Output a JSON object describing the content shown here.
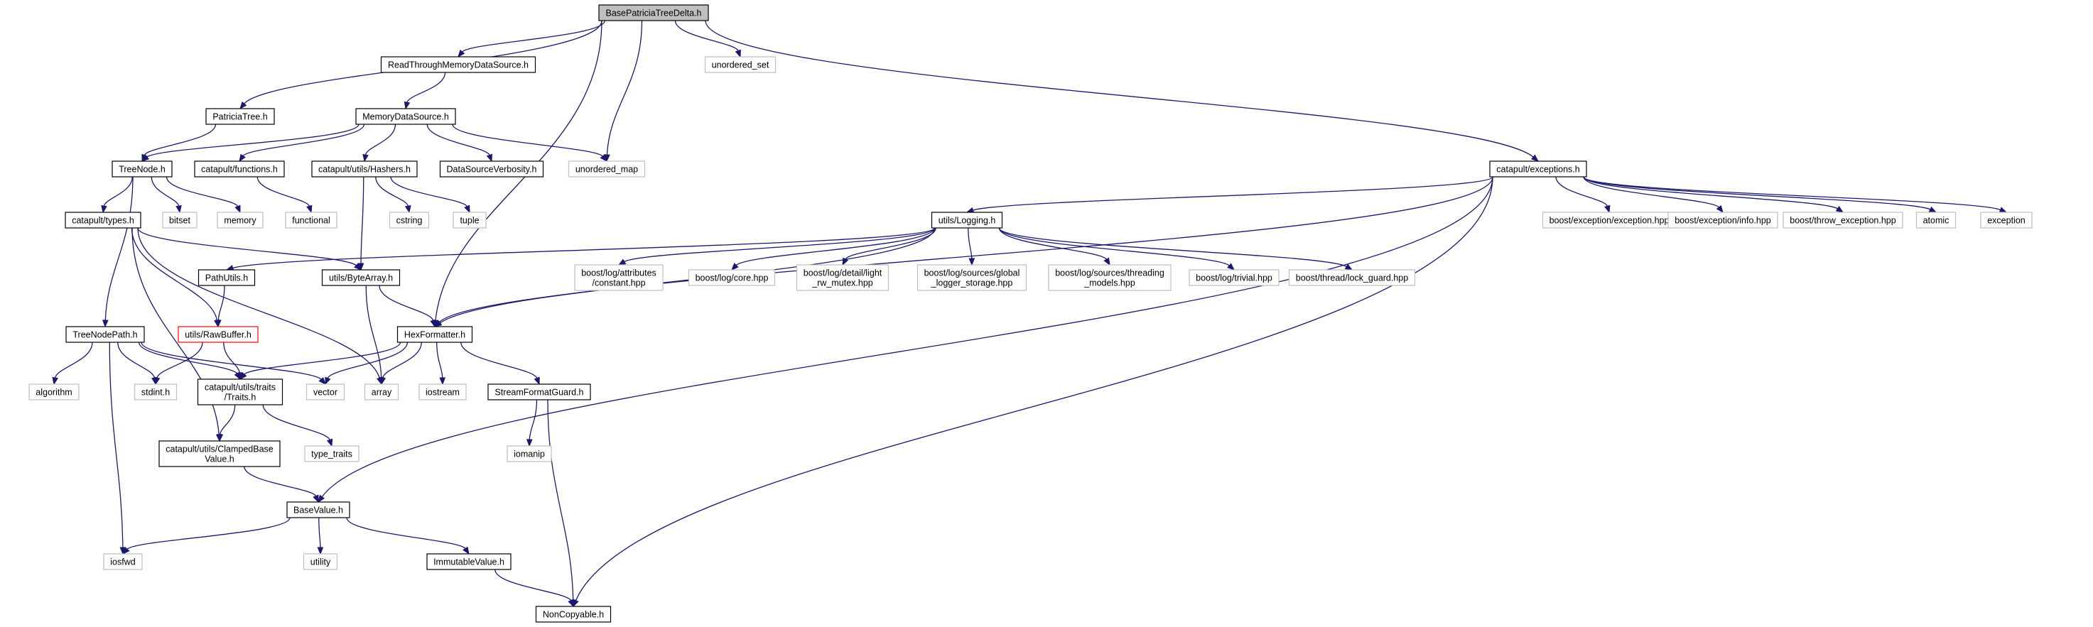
{
  "diagram": {
    "colors": {
      "edge": "#191970",
      "border_internal": "#000000",
      "border_external": "#bfbfbf",
      "border_missing": "#ff0000",
      "fill_root": "#bfbfbf",
      "fill_default": "#ffffff"
    },
    "nodes": [
      {
        "id": "root",
        "lines": [
          "BasePatriciaTreeDelta.h"
        ],
        "kind": "root"
      },
      {
        "id": "rtmds",
        "lines": [
          "ReadThroughMemoryDataSource.h"
        ],
        "kind": "internal"
      },
      {
        "id": "unordered_set",
        "lines": [
          "unordered_set"
        ],
        "kind": "external"
      },
      {
        "id": "patricia",
        "lines": [
          "PatriciaTree.h"
        ],
        "kind": "internal"
      },
      {
        "id": "mds",
        "lines": [
          "MemoryDataSource.h"
        ],
        "kind": "internal"
      },
      {
        "id": "treenode",
        "lines": [
          "TreeNode.h"
        ],
        "kind": "internal"
      },
      {
        "id": "functions",
        "lines": [
          "catapult/functions.h"
        ],
        "kind": "internal"
      },
      {
        "id": "hashers",
        "lines": [
          "catapult/utils/Hashers.h"
        ],
        "kind": "internal"
      },
      {
        "id": "dsverb",
        "lines": [
          "DataSourceVerbosity.h"
        ],
        "kind": "internal"
      },
      {
        "id": "unordered_map",
        "lines": [
          "unordered_map"
        ],
        "kind": "external"
      },
      {
        "id": "exceptions",
        "lines": [
          "catapult/exceptions.h"
        ],
        "kind": "internal"
      },
      {
        "id": "types",
        "lines": [
          "catapult/types.h"
        ],
        "kind": "internal"
      },
      {
        "id": "bitset",
        "lines": [
          "bitset"
        ],
        "kind": "external"
      },
      {
        "id": "memory",
        "lines": [
          "memory"
        ],
        "kind": "external"
      },
      {
        "id": "functional",
        "lines": [
          "functional"
        ],
        "kind": "external"
      },
      {
        "id": "cstring",
        "lines": [
          "cstring"
        ],
        "kind": "external"
      },
      {
        "id": "tuple",
        "lines": [
          "tuple"
        ],
        "kind": "external"
      },
      {
        "id": "logging",
        "lines": [
          "utils/Logging.h"
        ],
        "kind": "internal"
      },
      {
        "id": "b_exc",
        "lines": [
          "boost/exception/exception.hpp"
        ],
        "kind": "external"
      },
      {
        "id": "b_info",
        "lines": [
          "boost/exception/info.hpp"
        ],
        "kind": "external"
      },
      {
        "id": "b_throw",
        "lines": [
          "boost/throw_exception.hpp"
        ],
        "kind": "external"
      },
      {
        "id": "atomic",
        "lines": [
          "atomic"
        ],
        "kind": "external"
      },
      {
        "id": "exception",
        "lines": [
          "exception"
        ],
        "kind": "external"
      },
      {
        "id": "pathutils",
        "lines": [
          "PathUtils.h"
        ],
        "kind": "internal"
      },
      {
        "id": "bytearray",
        "lines": [
          "utils/ByteArray.h"
        ],
        "kind": "internal"
      },
      {
        "id": "bl_attr",
        "lines": [
          "boost/log/attributes",
          "/constant.hpp"
        ],
        "kind": "external"
      },
      {
        "id": "bl_core",
        "lines": [
          "boost/log/core.hpp"
        ],
        "kind": "external"
      },
      {
        "id": "bl_light",
        "lines": [
          "boost/log/detail/light",
          "_rw_mutex.hpp"
        ],
        "kind": "external"
      },
      {
        "id": "bl_glob",
        "lines": [
          "boost/log/sources/global",
          "_logger_storage.hpp"
        ],
        "kind": "external"
      },
      {
        "id": "bl_thr",
        "lines": [
          "boost/log/sources/threading",
          "_models.hpp"
        ],
        "kind": "external"
      },
      {
        "id": "bl_triv",
        "lines": [
          "boost/log/trivial.hpp"
        ],
        "kind": "external"
      },
      {
        "id": "bt_lock",
        "lines": [
          "boost/thread/lock_guard.hpp"
        ],
        "kind": "external"
      },
      {
        "id": "tnpath",
        "lines": [
          "TreeNodePath.h"
        ],
        "kind": "internal"
      },
      {
        "id": "rawbuf",
        "lines": [
          "utils/RawBuffer.h"
        ],
        "kind": "missing"
      },
      {
        "id": "hexfmt",
        "lines": [
          "HexFormatter.h"
        ],
        "kind": "internal"
      },
      {
        "id": "algorithm",
        "lines": [
          "algorithm"
        ],
        "kind": "external"
      },
      {
        "id": "stdint",
        "lines": [
          "stdint.h"
        ],
        "kind": "external"
      },
      {
        "id": "traits",
        "lines": [
          "catapult/utils/traits",
          "/Traits.h"
        ],
        "kind": "internal"
      },
      {
        "id": "vector",
        "lines": [
          "vector"
        ],
        "kind": "external"
      },
      {
        "id": "array",
        "lines": [
          "array"
        ],
        "kind": "external"
      },
      {
        "id": "iostream",
        "lines": [
          "iostream"
        ],
        "kind": "external"
      },
      {
        "id": "sfguard",
        "lines": [
          "StreamFormatGuard.h"
        ],
        "kind": "internal"
      },
      {
        "id": "iomanip",
        "lines": [
          "iomanip"
        ],
        "kind": "external"
      },
      {
        "id": "type_traits",
        "lines": [
          "type_traits"
        ],
        "kind": "external"
      },
      {
        "id": "clamped",
        "lines": [
          "catapult/utils/ClampedBase",
          "Value.h"
        ],
        "kind": "internal"
      },
      {
        "id": "basevalue",
        "lines": [
          "BaseValue.h"
        ],
        "kind": "internal"
      },
      {
        "id": "iosfwd",
        "lines": [
          "iosfwd"
        ],
        "kind": "external"
      },
      {
        "id": "utility",
        "lines": [
          "utility"
        ],
        "kind": "external"
      },
      {
        "id": "immutable",
        "lines": [
          "ImmutableValue.h"
        ],
        "kind": "internal"
      },
      {
        "id": "noncopy",
        "lines": [
          "NonCopyable.h"
        ],
        "kind": "internal"
      }
    ],
    "edges": [
      [
        "root",
        "patricia"
      ],
      [
        "root",
        "rtmds"
      ],
      [
        "root",
        "unordered_set"
      ],
      [
        "root",
        "unordered_map"
      ],
      [
        "root",
        "hexfmt"
      ],
      [
        "root",
        "exceptions"
      ],
      [
        "rtmds",
        "mds"
      ],
      [
        "patricia",
        "treenode"
      ],
      [
        "mds",
        "treenode"
      ],
      [
        "mds",
        "functions"
      ],
      [
        "mds",
        "hashers"
      ],
      [
        "mds",
        "dsverb"
      ],
      [
        "mds",
        "unordered_map"
      ],
      [
        "treenode",
        "types"
      ],
      [
        "treenode",
        "bitset"
      ],
      [
        "treenode",
        "memory"
      ],
      [
        "treenode",
        "tnpath"
      ],
      [
        "functions",
        "functional"
      ],
      [
        "hashers",
        "cstring"
      ],
      [
        "hashers",
        "tuple"
      ],
      [
        "hashers",
        "bytearray"
      ],
      [
        "types",
        "bytearray"
      ],
      [
        "types",
        "rawbuf"
      ],
      [
        "types",
        "array"
      ],
      [
        "types",
        "clamped"
      ],
      [
        "exceptions",
        "logging"
      ],
      [
        "exceptions",
        "hexfmt"
      ],
      [
        "exceptions",
        "b_exc"
      ],
      [
        "exceptions",
        "b_info"
      ],
      [
        "exceptions",
        "b_throw"
      ],
      [
        "exceptions",
        "atomic"
      ],
      [
        "exceptions",
        "exception"
      ],
      [
        "exceptions",
        "basevalue"
      ],
      [
        "exceptions",
        "noncopy"
      ],
      [
        "logging",
        "pathutils"
      ],
      [
        "logging",
        "hexfmt"
      ],
      [
        "logging",
        "bl_attr"
      ],
      [
        "logging",
        "bl_core"
      ],
      [
        "logging",
        "bl_light"
      ],
      [
        "logging",
        "bl_glob"
      ],
      [
        "logging",
        "bl_thr"
      ],
      [
        "logging",
        "bl_triv"
      ],
      [
        "logging",
        "bt_lock"
      ],
      [
        "pathutils",
        "rawbuf"
      ],
      [
        "bytearray",
        "hexfmt"
      ],
      [
        "bytearray",
        "array"
      ],
      [
        "rawbuf",
        "stdint"
      ],
      [
        "rawbuf",
        "traits"
      ],
      [
        "tnpath",
        "algorithm"
      ],
      [
        "tnpath",
        "stdint"
      ],
      [
        "tnpath",
        "traits"
      ],
      [
        "tnpath",
        "vector"
      ],
      [
        "tnpath",
        "iosfwd"
      ],
      [
        "hexfmt",
        "traits"
      ],
      [
        "hexfmt",
        "vector"
      ],
      [
        "hexfmt",
        "array"
      ],
      [
        "hexfmt",
        "iostream"
      ],
      [
        "hexfmt",
        "sfguard"
      ],
      [
        "sfguard",
        "iomanip"
      ],
      [
        "sfguard",
        "noncopy"
      ],
      [
        "traits",
        "type_traits"
      ],
      [
        "traits",
        "clamped"
      ],
      [
        "clamped",
        "basevalue"
      ],
      [
        "basevalue",
        "iosfwd"
      ],
      [
        "basevalue",
        "utility"
      ],
      [
        "basevalue",
        "immutable"
      ],
      [
        "immutable",
        "noncopy"
      ]
    ]
  }
}
